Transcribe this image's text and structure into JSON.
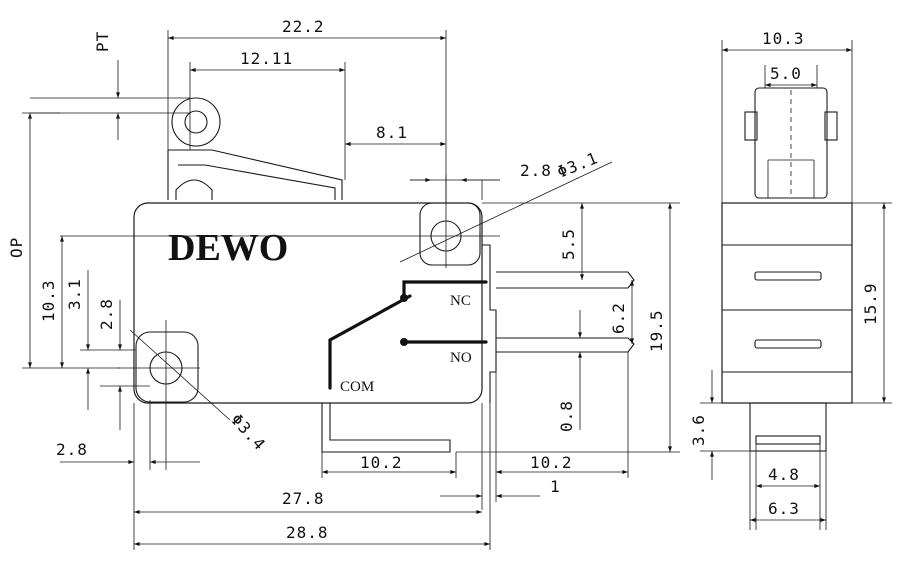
{
  "brand": "DEWO",
  "terminals": {
    "nc": "NC",
    "no": "NO",
    "com": "COM"
  },
  "dimensions": {
    "pt": "PT",
    "op": "OP",
    "d22_2": "22.2",
    "d12_11": "12.11",
    "d8_1": "8.1",
    "d2_8_top": "2.8",
    "phi3_1": "Φ3.1",
    "d5_5": "5.5",
    "d6_2": "6.2",
    "d19_5": "19.5",
    "d0_8": "0.8",
    "d10_3_left": "10.3",
    "d3_1": "3.1",
    "d2_8_left": "2.8",
    "d2_8_bottom": "2.8",
    "phi3_4": "Φ3.4",
    "d10_2_left": "10.2",
    "d10_2_right": "10.2",
    "d1": "1",
    "d27_8": "27.8",
    "d28_8": "28.8",
    "d10_3_top": "10.3",
    "d5_0": "5.0",
    "d15_9": "15.9",
    "d3_6": "3.6",
    "d4_8": "4.8",
    "d6_3": "6.3"
  }
}
